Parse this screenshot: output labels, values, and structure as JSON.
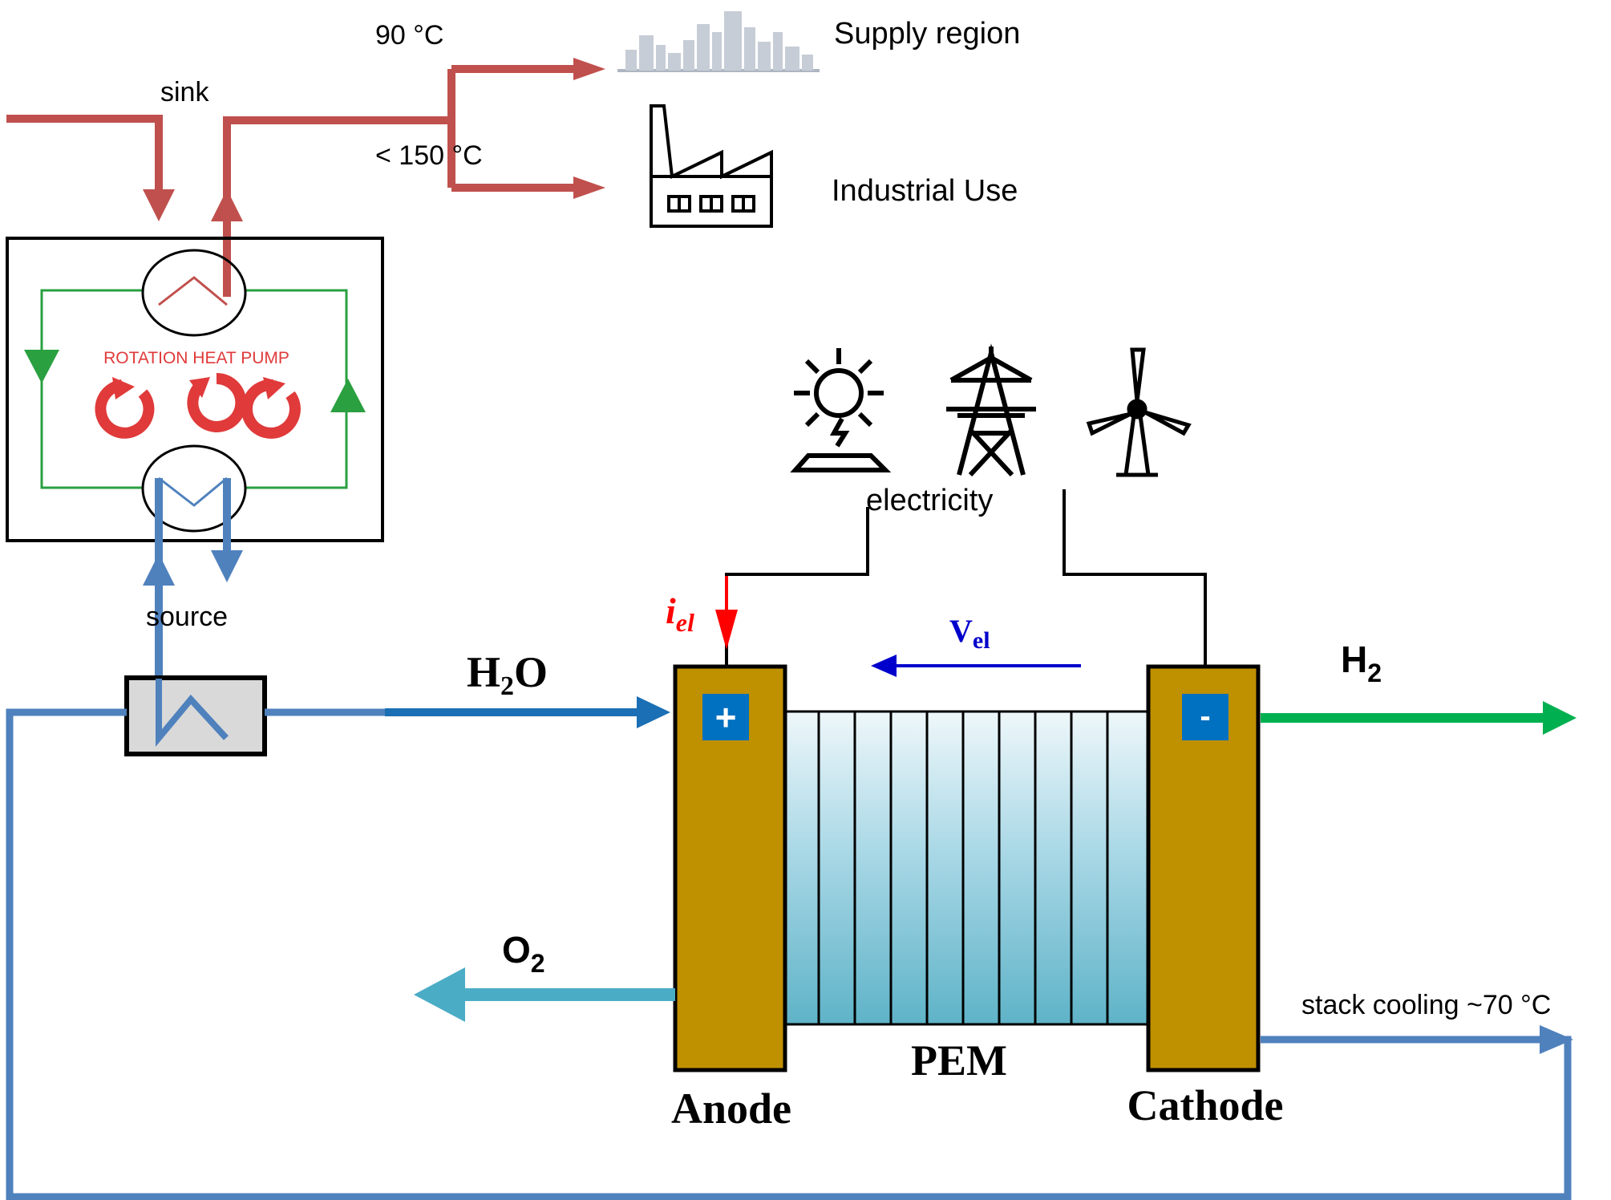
{
  "labels": {
    "temp_supply": "90 °C",
    "sink": "sink",
    "temp_industrial": "< 150 °C",
    "supply_region": "Supply region",
    "industrial_use": "Industrial Use",
    "heat_pump_title": "ROTATION HEAT PUMP",
    "source": "source",
    "electricity": "electricity",
    "current_symbol": "i",
    "current_subscript": "el",
    "voltage_symbol": "V",
    "voltage_subscript": "el",
    "water_main": "H",
    "water_sub": "2",
    "water_tail": "O",
    "oxygen_main": "O",
    "oxygen_sub": "2",
    "hydrogen_main": "H",
    "hydrogen_sub": "2",
    "anode_plus": "+",
    "cathode_minus": "-",
    "pem": "PEM",
    "anode": "Anode",
    "cathode": "Cathode",
    "stack_cooling": "stack cooling ~70 °C"
  },
  "icons": [
    "city-skyline-icon",
    "factory-icon",
    "solar-panel-icon",
    "transmission-tower-icon",
    "wind-turbine-icon",
    "rotation-icon"
  ],
  "colors": {
    "heat_hot": "#c0504d",
    "heat_cold": "#4f81bd",
    "refrigerant": "#2aa040",
    "hydrogen": "#00b050",
    "oxygen": "#4bacc6",
    "water": "#1a6fb5",
    "electrode": "#bf9000",
    "current": "#ff0000",
    "voltage": "#0000cc"
  }
}
